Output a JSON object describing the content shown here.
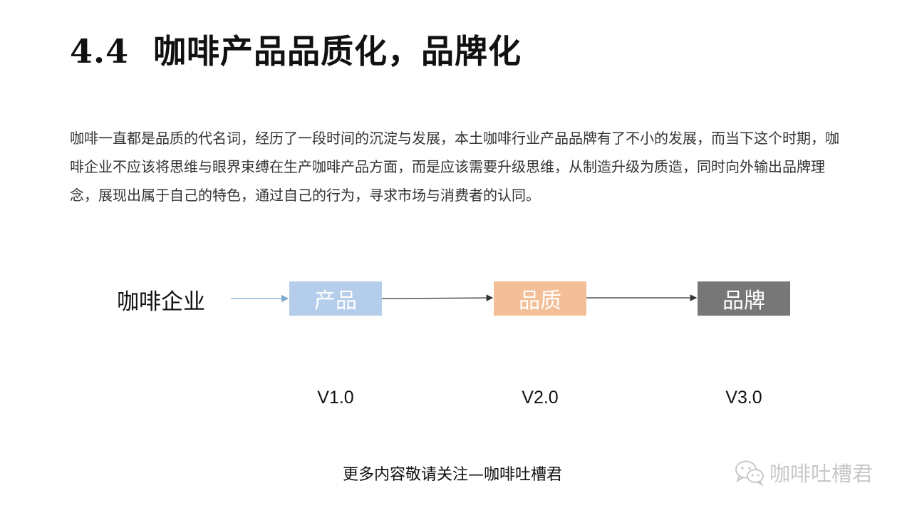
{
  "header": {
    "number": "4.4",
    "title": "咖啡产品品质化，品牌化"
  },
  "body": {
    "paragraph": "咖啡一直都是品质的代名词，经历了一段时间的沉淀与发展，本土咖啡行业产品品牌有了不小的发展，而当下这个时期，咖啡企业不应该将思维与眼界束缚在生产咖啡产品方面，而是应该需要升级思维，从制造升级为质造，同时向外输出品牌理念，展现出属于自己的特色，通过自己的行为，寻求市场与消费者的认同。"
  },
  "diagram": {
    "start_label": "咖啡企业",
    "stages": [
      {
        "label": "产品",
        "version": "V1.0",
        "color": "#b4cdea"
      },
      {
        "label": "品质",
        "version": "V2.0",
        "color": "#f4bf98"
      },
      {
        "label": "品牌",
        "version": "V3.0",
        "color": "#777777"
      }
    ]
  },
  "footer": {
    "text": "更多内容敬请关注—咖啡吐槽君",
    "brand": "咖啡吐槽君",
    "brand_icon": "wechat-icon"
  }
}
